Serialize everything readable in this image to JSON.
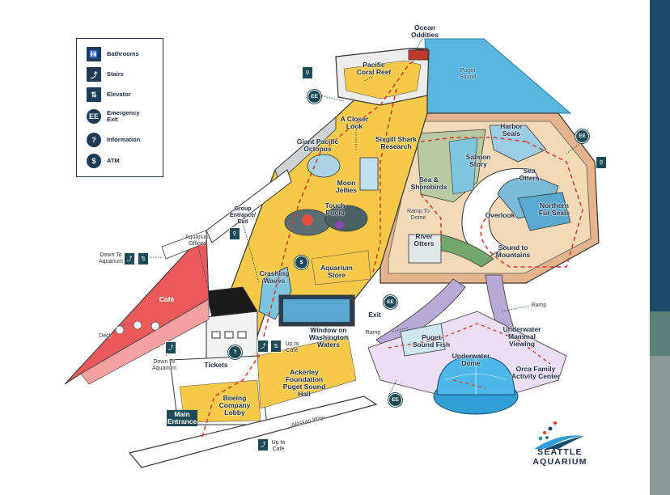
{
  "legend": {
    "items": [
      {
        "icon": "restroom-icon",
        "glyph": "🚻",
        "label": "Bathrooms"
      },
      {
        "icon": "stairs-icon",
        "glyph": "⤴",
        "label": "Stairs"
      },
      {
        "icon": "elevator-icon",
        "glyph": "⇅",
        "label": "Elevator"
      },
      {
        "icon": "emergency-exit-icon",
        "glyph": "EE",
        "label": "Emergency Exit"
      },
      {
        "icon": "information-icon",
        "glyph": "?",
        "label": "Information"
      },
      {
        "icon": "atm-icon",
        "glyph": "$",
        "label": "ATM"
      }
    ]
  },
  "labels": {
    "ocean_oddities": "Ocean Oddities",
    "pacific_coral_reef": "Pacific Coral Reef",
    "puget_sound_water": "Puget Sound",
    "a_closer_look": "A Closer Look",
    "giant_pacific_octopus": "Giant Pacific Octopus",
    "sixgill_shark": "Sixgill Shark Research",
    "harbor_seals": "Harbor Seals",
    "salmon_story": "Salmon Story",
    "sea_otters": "Sea Otters",
    "sea_shorebirds": "Sea & Shorebirds",
    "moon_jellies": "Moon Jellies",
    "ramp_to_dome": "Ramp To Dome",
    "touch_pools": "Touch Pools",
    "overlook": "Overlook",
    "northern_fur_seals": "Northern Fur Seals",
    "group_entrance": "Group Entrance/ Exit",
    "aquarium_offices": "Aquarium Offices",
    "down_to_aquarium_top": "Down To Aquarium",
    "river_otters": "River Otters",
    "sound_to_mountains": "Sound to Mountains",
    "crashing_waves": "Crashing Waves",
    "aquarium_store": "Aquarium Store",
    "cafe": "Café",
    "exit": "Exit",
    "ramp_right": "Ramp",
    "deck": "Deck",
    "window_on_washington": "Window on Washington Waters",
    "up_to_cafe": "Up to Café",
    "ramp_left": "Ramp",
    "puget_sound_fish": "Puget Sound Fish",
    "underwater_mammal": "Underwater Mammal Viewing",
    "down_to_aquarium_bottom": "Down To Aquarium",
    "tickets": "Tickets",
    "ackerley": "Ackerley Foundation Puget Sound Hall",
    "underwater_dome": "Underwater Dome",
    "orca_family": "Orca Family Activity Center",
    "boeing_lobby": "Boeing Company Lobby",
    "main_entrance": "Main Entrance",
    "alaskan_way": "-Alaskan Way-",
    "up_to_cafe_bottom": "Up to Café"
  },
  "badges": {
    "ee": "EE",
    "info": "?",
    "atm": "$"
  },
  "logo": {
    "text": "SEATTLE AQUARIUM"
  },
  "colors": {
    "navy": "#1d3a57",
    "floor_yellow": "#f7c948",
    "floor_beige": "#f3d9b6",
    "cafe_red": "#ea5a5a",
    "water_blue": "#59b6de",
    "path_red": "#d93a2b",
    "sidebar_top": "#1d4a6b",
    "sidebar_mid": "#5c7f78",
    "sidebar_bottom": "#8a9a96"
  }
}
